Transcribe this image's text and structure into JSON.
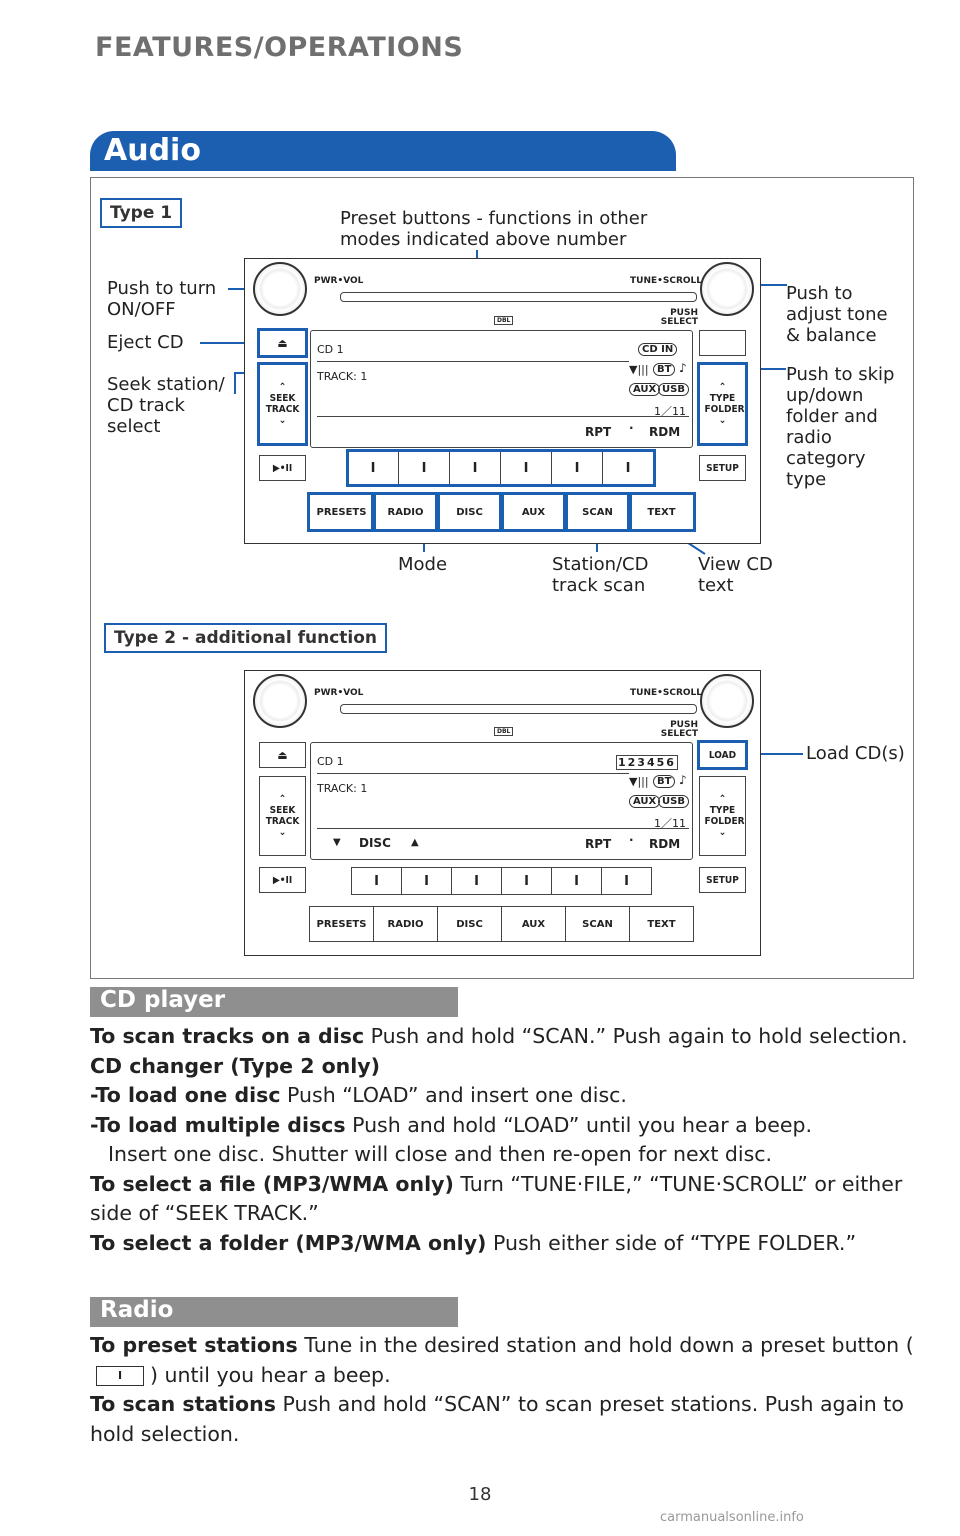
{
  "header": {
    "title": "FEATURES/OPERATIONS"
  },
  "section_title": "Audio",
  "type1": {
    "tag": "Type 1",
    "labels": {
      "preset": "Preset buttons - functions in other modes indicated above number",
      "power": "Push to turn ON/OFF",
      "eject": "Eject CD",
      "seek": "Seek station/ CD track select",
      "tune": "Push to adjust tone & balance",
      "type_folder": "Push to skip up/down folder and radio category type",
      "mode": "Mode",
      "scan": "Station/CD track scan",
      "text": "View CD text"
    }
  },
  "type2": {
    "tag": "Type 2 - additional function",
    "labels": {
      "load": "Load CD(s)"
    }
  },
  "unit": {
    "pwr_vol": "PWR•VOL",
    "tune_scroll": "TUNE•SCROLL",
    "push_select": "PUSH SELECT",
    "dbl": "DBL",
    "seek_track": "SEEK TRACK",
    "type_folder": "TYPE FOLDER",
    "play_pause": "▶•II",
    "setup": "SETUP",
    "load": "LOAD",
    "cd": "CD 1",
    "track": "TRACK: 1",
    "cd_in": "CD IN",
    "disc_nums": "123456",
    "bt": "BT",
    "aux": "AUX",
    "usb": "USB",
    "count": "1／11",
    "rpt": "RPT",
    "rdm": "RDM",
    "disc": "DISC",
    "preset_glyph": "I",
    "modes": [
      "PRESETS",
      "RADIO",
      "DISC",
      "AUX",
      "SCAN",
      "TEXT"
    ]
  },
  "cd_player": {
    "title": "CD player",
    "scan_b": "To scan tracks on a disc",
    "scan_t": " Push and hold “SCAN.” Push again to hold selection.",
    "changer_b": "CD changer (Type 2 only)",
    "load_one_b": "-To load one disc",
    "load_one_t": " Push “LOAD” and insert one disc.",
    "load_multi_b": "-To load multiple discs",
    "load_multi_t": " Push and hold “LOAD” until you hear a beep.",
    "load_multi_t2": "Insert one disc. Shutter will close and then re-open for next disc.",
    "file_b": "To select a file (MP3/WMA only)",
    "file_t": " Turn “TUNE·FILE,” “TUNE·SCROLL” or either side of “SEEK TRACK.”",
    "folder_b": "To select a folder (MP3/WMA only)",
    "folder_t": " Push either side of “TYPE FOLDER.”"
  },
  "radio": {
    "title": "Radio",
    "preset_b": "To preset stations",
    "preset_t1": " Tune in the desired station and hold down a preset button (",
    "preset_t2": ") until you hear a beep.",
    "scan_b": "To scan stations",
    "scan_t": " Push and hold “SCAN” to scan preset stations. Push again to hold selection."
  },
  "page_number": "18",
  "watermark": "carmanualsonline.info",
  "colors": {
    "accent": "#1c5fb1",
    "section_gray": "#8f8f8f",
    "header_gray": "#6f6f6f"
  }
}
